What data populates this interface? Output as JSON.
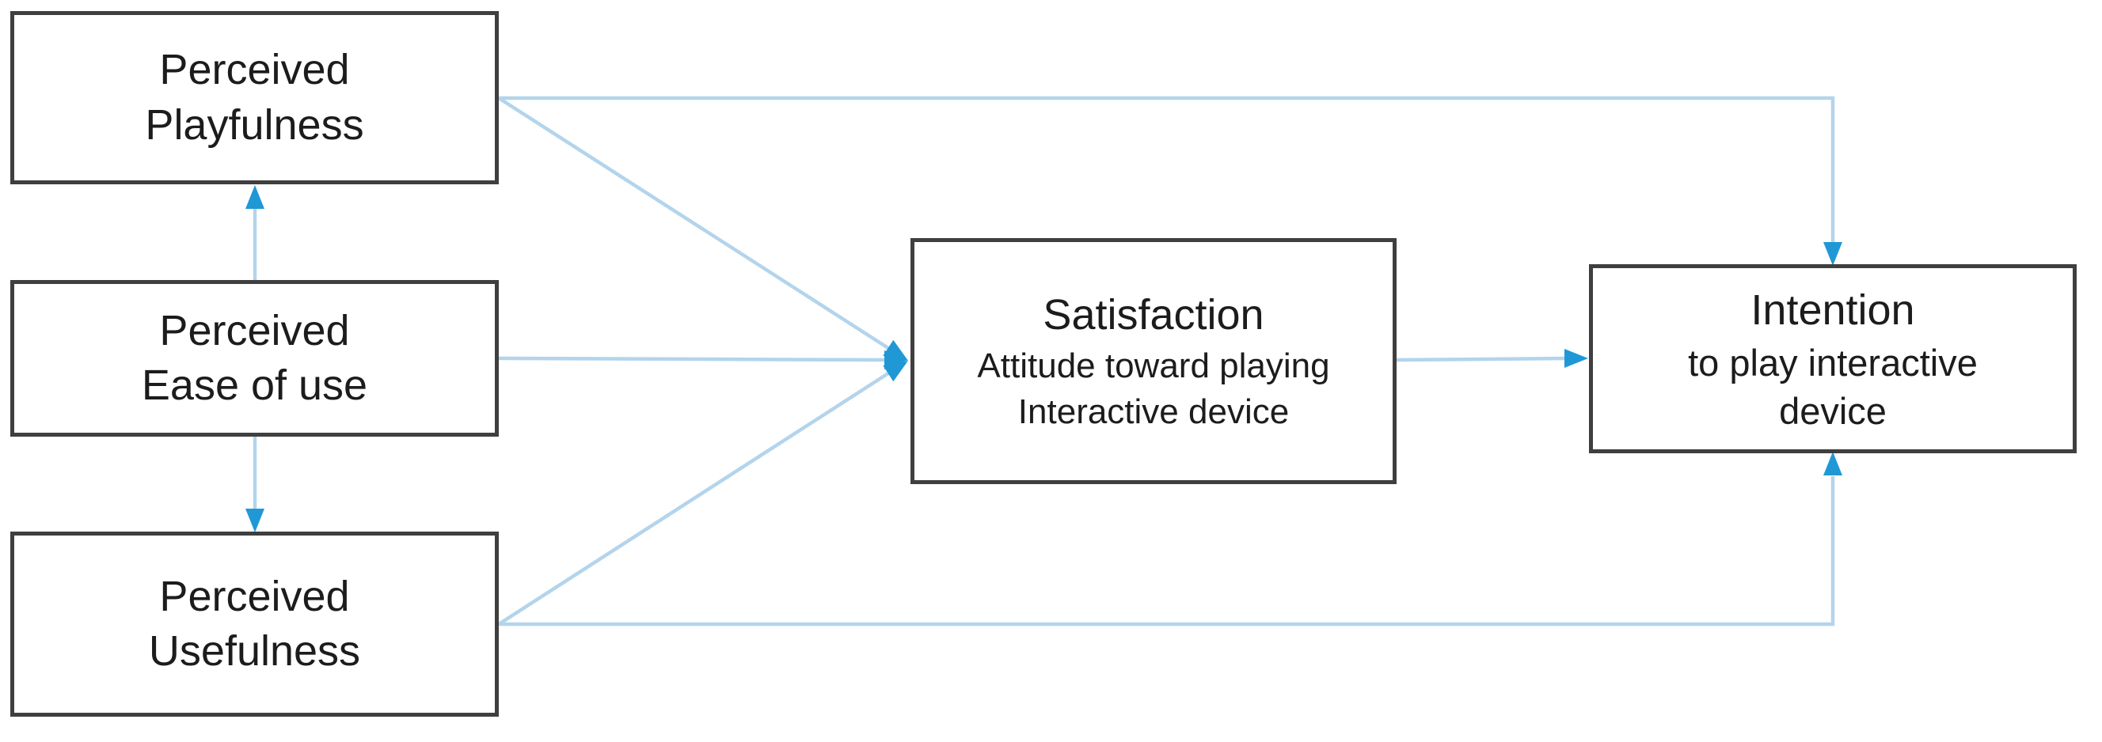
{
  "colors": {
    "background": "#ffffff",
    "box_border": "#3f3f3f",
    "text": "#1c1c1c",
    "edge_line": "#b3d4ec",
    "edge_arrow": "#2098d6"
  },
  "nodes": {
    "playfulness": {
      "lines": [
        "Perceived",
        "Playfulness"
      ]
    },
    "ease": {
      "lines": [
        "Perceived",
        "Ease of use"
      ]
    },
    "usefulness": {
      "lines": [
        "Perceived",
        "Usefulness"
      ]
    },
    "satisfaction": {
      "title": "Satisfaction",
      "subtitle": [
        "Attitude toward playing",
        "Interactive device"
      ]
    },
    "intention": {
      "title": "Intention",
      "subtitle": [
        "to play interactive",
        "device"
      ]
    }
  },
  "edges": [
    {
      "from": "perceived-ease-of-use",
      "to": "perceived-playfulness"
    },
    {
      "from": "perceived-ease-of-use",
      "to": "perceived-usefulness"
    },
    {
      "from": "perceived-playfulness",
      "to": "satisfaction"
    },
    {
      "from": "perceived-ease-of-use",
      "to": "satisfaction"
    },
    {
      "from": "perceived-usefulness",
      "to": "satisfaction"
    },
    {
      "from": "satisfaction",
      "to": "intention"
    },
    {
      "from": "perceived-playfulness",
      "to": "intention"
    },
    {
      "from": "perceived-usefulness",
      "to": "intention"
    }
  ]
}
